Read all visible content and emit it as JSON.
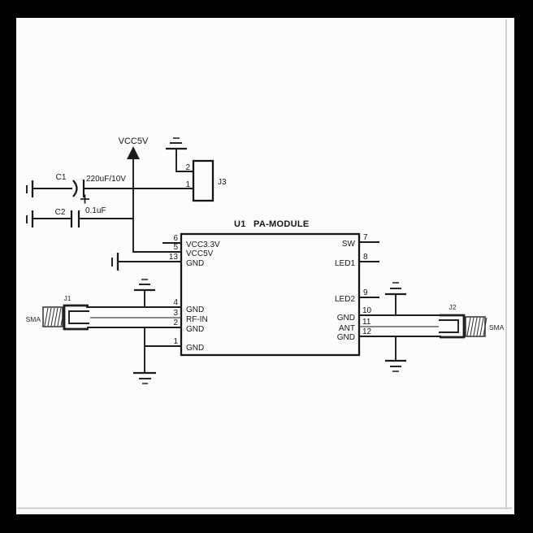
{
  "power": {
    "label": "VCC5V"
  },
  "capacitors": {
    "c1": {
      "ref": "C1",
      "value": "220uF/10V",
      "polarity": "+"
    },
    "c2": {
      "ref": "C2",
      "value": "0.1uF"
    }
  },
  "module": {
    "ref": "U1",
    "name": "PA-MODULE",
    "left_pins": [
      {
        "num": "6",
        "name": "VCC3.3V"
      },
      {
        "num": "5",
        "name": "VCC5V"
      },
      {
        "num": "13",
        "name": "GND"
      },
      {
        "num": "4",
        "name": "GND"
      },
      {
        "num": "3",
        "name": "RF-IN"
      },
      {
        "num": "2",
        "name": "GND"
      },
      {
        "num": "1",
        "name": "GND"
      }
    ],
    "right_pins": [
      {
        "num": "7",
        "name": "SW"
      },
      {
        "num": "8",
        "name": "LED1"
      },
      {
        "num": "9",
        "name": "LED2"
      },
      {
        "num": "10",
        "name": "GND"
      },
      {
        "num": "11",
        "name": "ANT"
      },
      {
        "num": "12",
        "name": "GND"
      }
    ]
  },
  "connectors": {
    "j3": {
      "ref": "J3",
      "pin_top_num": "2",
      "pin_bottom_num": "1"
    },
    "j1": {
      "ref": "J1",
      "type": "SMA"
    },
    "j2": {
      "ref": "J2",
      "type": "SMA"
    }
  },
  "colors": {
    "frame": "#000000",
    "paper": "#fcfcfc",
    "ink": "#1c1c1c",
    "page_edge": "#c6c6c6"
  }
}
